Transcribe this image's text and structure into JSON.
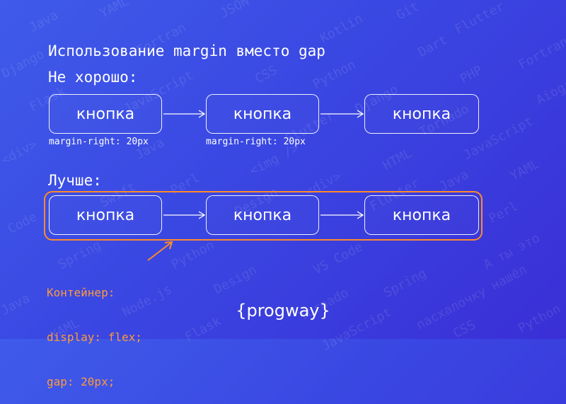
{
  "title": "Использование margin вместо gap",
  "bad": {
    "label": "Не хорошо:",
    "buttons": [
      "кнопка",
      "кнопка",
      "кнопка"
    ],
    "margin_notes": [
      "margin-right: 20px",
      "margin-right: 20px"
    ]
  },
  "good": {
    "label": "Лучше:",
    "buttons": [
      "кнопка",
      "кнопка",
      "кнопка"
    ],
    "container_note": [
      "Контейнер:",
      "display: flex;",
      "gap: 20px;"
    ]
  },
  "brand": "{progway}",
  "background_words": [
    "Java",
    "YAML",
    "JSON",
    "Git",
    "Flutter",
    "Fortran",
    "Kotlin",
    "Django",
    "Dart",
    "Fortran",
    "PHP",
    "Aiogram",
    "Flask",
    "CSS",
    "Python",
    "JavaScript",
    "Django",
    "Tornado",
    "<div>",
    "Java",
    "Flutter",
    "<img />",
    "HTML",
    "JavaScript",
    "YAML",
    "Swift",
    "Perl",
    "<div>",
    "Java",
    "Code",
    "Design",
    "Flutter",
    "Perl",
    "Spring",
    "Python",
    "VS Code",
    "А ты это",
    "Design",
    "Spring",
    "Java",
    "Node.js",
    "Tornado",
    "пасхалочку нашёл",
    "YAML",
    "Flask",
    "JavaScript",
    "CSS",
    "Python"
  ],
  "colors": {
    "accent_orange": "#ff8a2a",
    "background_start": "#3f5bea",
    "background_end": "#3a2fd6"
  }
}
